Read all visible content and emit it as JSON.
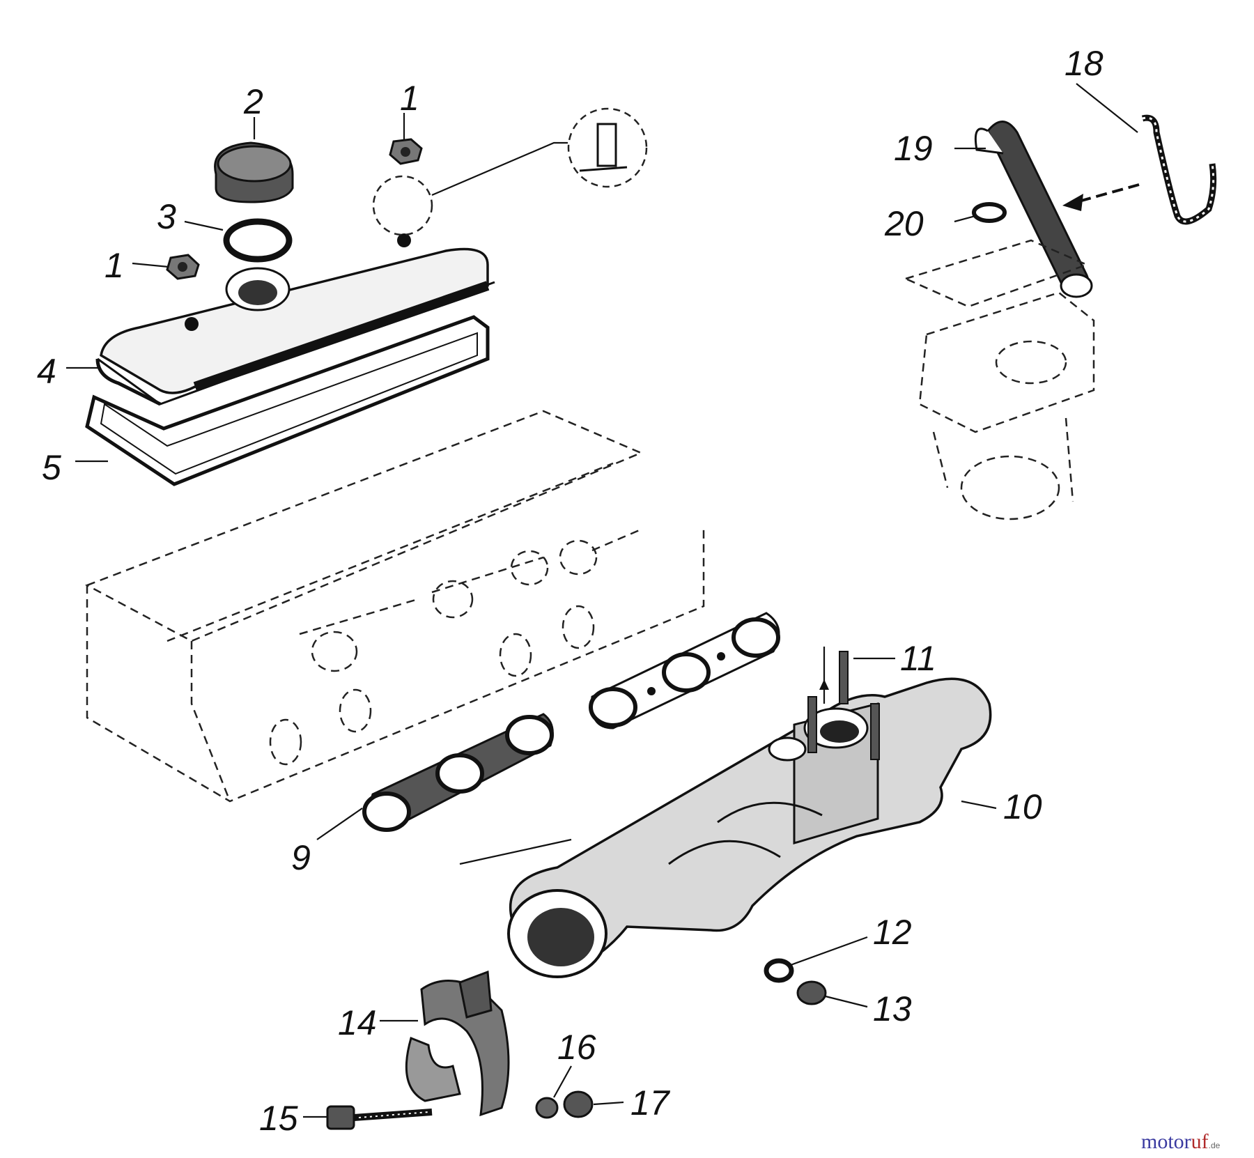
{
  "callouts": {
    "c1a": "1",
    "c1b": "1",
    "c2": "2",
    "c3": "3",
    "c4": "4",
    "c5": "5",
    "c9": "9",
    "c10": "10",
    "c11": "11",
    "c12": "12",
    "c13": "13",
    "c14": "14",
    "c15": "15",
    "c16": "16",
    "c17": "17",
    "c18": "18",
    "c19": "19",
    "c20": "20"
  },
  "watermark": {
    "brand_a": "motor",
    "brand_b": "uf",
    "domain": ".de"
  }
}
